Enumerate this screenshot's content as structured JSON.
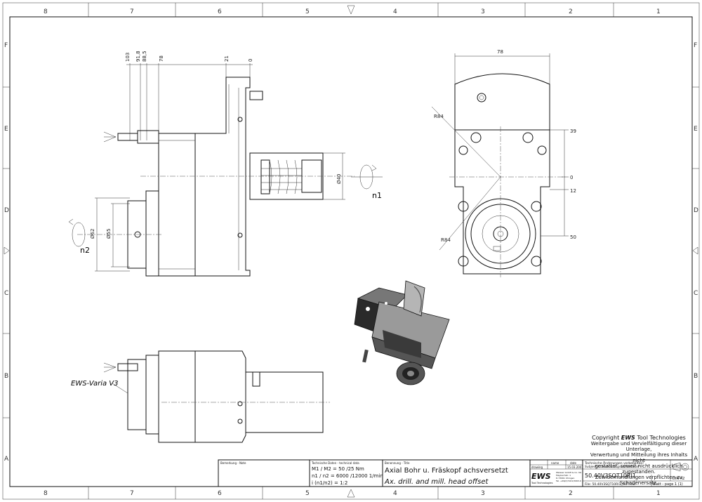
{
  "zones": {
    "cols": [
      "8",
      "7",
      "6",
      "5",
      "4",
      "3",
      "2",
      "1"
    ],
    "rows": [
      "F",
      "E",
      "D",
      "C",
      "B",
      "A"
    ]
  },
  "dimensions": {
    "side_top": [
      "103",
      "91,8",
      "88,5",
      "78",
      "21",
      "0"
    ],
    "top_view_width": "78",
    "right_view_levels": [
      "39",
      "0",
      "12",
      "50"
    ],
    "radius_top": "R84",
    "radius_bottom": "R84",
    "spindle_dia": "Ø40",
    "flange_dia_outer": "Ø62",
    "flange_dia_inner": "Ø55"
  },
  "labels": {
    "n1": "n1",
    "n2": "n2",
    "variant": "EWS-Varia V3"
  },
  "copyright": {
    "title_prefix": "Copyright",
    "brand": "EWS",
    "title_suffix": "Tool Technologies",
    "lines": [
      "Weitergabe und Vervielfältigung dieser Unterlage,",
      "Verwertung und Mitteilung ihres Inhalts nicht",
      "gestattet, soweit nicht ausdrücklich zugestanden.",
      "Zuwiderhandlungen verpflichten zu Schadenersatz."
    ]
  },
  "title_block": {
    "remark_header": "Bemerkung - Note",
    "tech_header": "Technische Daten - technical data",
    "torque": "M1 / M2 = 50 /25 Nm",
    "speed": "n1 / n2 = 6000 /12000 1/min",
    "ratio": "i (n1/n2) = 1:2",
    "designation_header": "Benennung - Title",
    "title_de": "Axial Bohr u. Fräskopf achsversetzt",
    "title_en": "Ax. drill. and mill. head offset",
    "col_name": "name",
    "col_date": "date",
    "drawing_label": "drawing",
    "drawing_date": "15.03.2001",
    "company_logo": "EWS",
    "company_sub": "Tool Technologies",
    "company_addr": [
      "Weisser GmbH & Co. KG",
      "Maybachstr. 1",
      "D-73061 Uhingen",
      "Tel. +49(0)7161/3063-0"
    ],
    "changes_note": [
      "Technische Änderungen vorbehalten!",
      "Subject to technical modifications!"
    ],
    "part_number": "50.40V3SQT10RI1",
    "file_name": "File: 50.40V3SQT10RI1_OUT.idw",
    "format": "DIN A2",
    "sheet": "Blatt - page 1 (1)"
  }
}
